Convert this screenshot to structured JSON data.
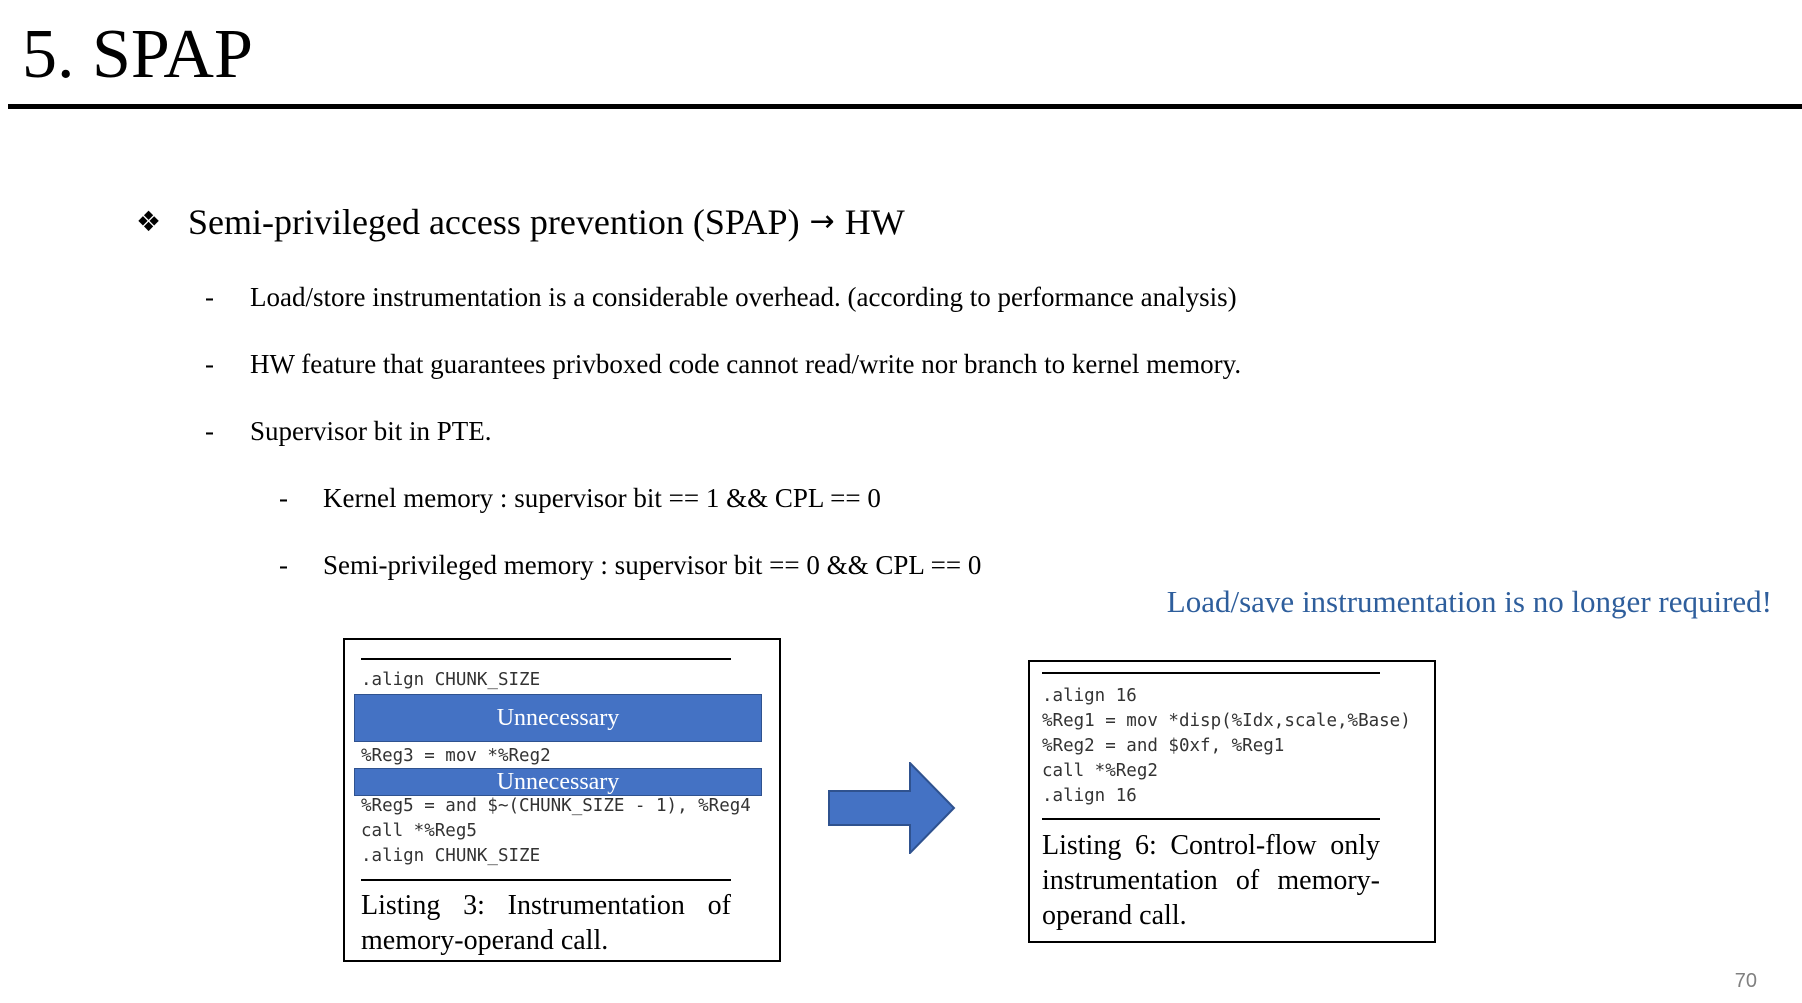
{
  "title": "5. SPAP",
  "main_bullet": {
    "icon": "four-diamond-bullet-icon",
    "text": "Semi-privileged access prevention (SPAP)",
    "arrow": "→",
    "suffix": "HW"
  },
  "sub_bullets": [
    "Load/store instrumentation is a considerable overhead. (according to performance analysis)",
    "HW feature that guarantees privboxed code cannot read/write nor branch to kernel memory.",
    "Supervisor bit in PTE."
  ],
  "sub_sub_bullets": [
    "Kernel memory : supervisor bit == 1 && CPL == 0",
    "Semi-privileged memory : supervisor bit == 0 && CPL == 0"
  ],
  "dash": "-",
  "callout": "Load/save instrumentation is no longer required!",
  "callout_color": "#2e5e9c",
  "listing3": {
    "lines": [
      ".align CHUNK_SIZE",
      "%Reg3 = mov *%Reg2",
      "%Reg5 = and $~(CHUNK_SIZE - 1), %Reg4",
      "call *%Reg5",
      ".align CHUNK_SIZE"
    ],
    "overlay_label": "Unnecessary",
    "overlay_color": "#4472c4",
    "caption": "Listing 3: Instrumentation of memory-operand call."
  },
  "listing6": {
    "lines": [
      ".align 16",
      "%Reg1 = mov *disp(%Idx,scale,%Base)",
      "%Reg2 = and $0xf, %Reg1",
      "call *%Reg2",
      ".align 16"
    ],
    "caption": "Listing 6: Control-flow only instrumentation of memory-operand call."
  },
  "arrow_icon": "right-arrow-icon",
  "page_number": "70"
}
